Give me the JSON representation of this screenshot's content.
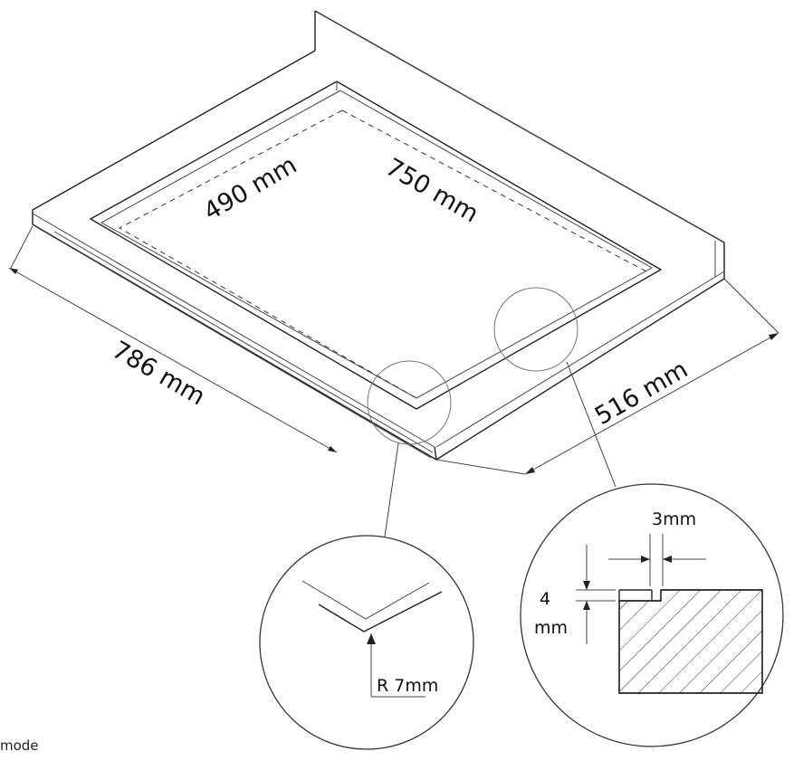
{
  "dimensions": {
    "length_outer": "786 mm",
    "width_outer": "516 mm",
    "length_inner": "750 mm",
    "width_inner": "490 mm"
  },
  "details": {
    "corner_radius": "R 7mm",
    "groove_width": "3mm",
    "groove_depth_line1": "4",
    "groove_depth_line2": "mm"
  },
  "footer_text": "mode"
}
